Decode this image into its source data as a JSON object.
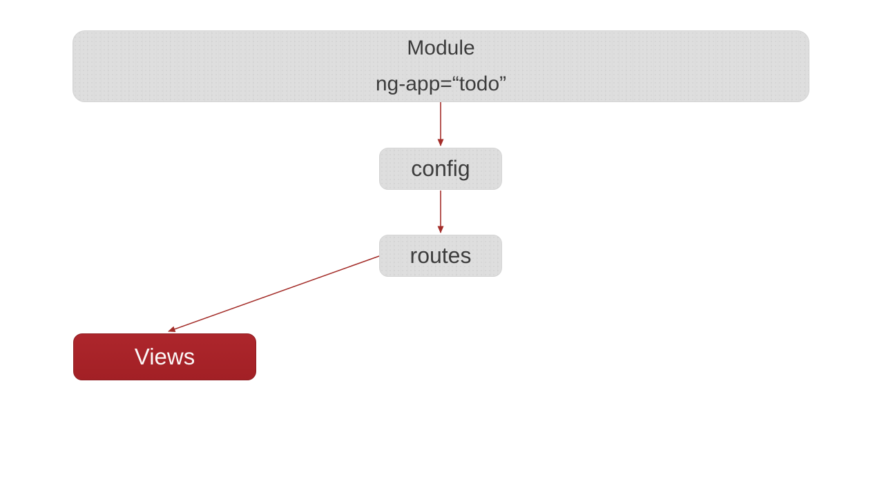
{
  "diagram": {
    "title_context": "AngularJS module routing diagram",
    "colors": {
      "background": "#ffffff",
      "node_gray_fill": "#dedede",
      "node_text": "#3c3c3c",
      "views_red_fill": "#a92328",
      "arrow_red": "#a32c28",
      "views_text": "#fbf7f7"
    },
    "nodes": {
      "module": {
        "title": "Module",
        "subtitle": "ng-app=“todo”"
      },
      "config": {
        "label": "config"
      },
      "routes": {
        "label": "routes"
      },
      "views": {
        "label": "Views"
      }
    },
    "edges": [
      {
        "from": "module",
        "to": "config"
      },
      {
        "from": "config",
        "to": "routes"
      },
      {
        "from": "routes",
        "to": "views"
      }
    ]
  }
}
